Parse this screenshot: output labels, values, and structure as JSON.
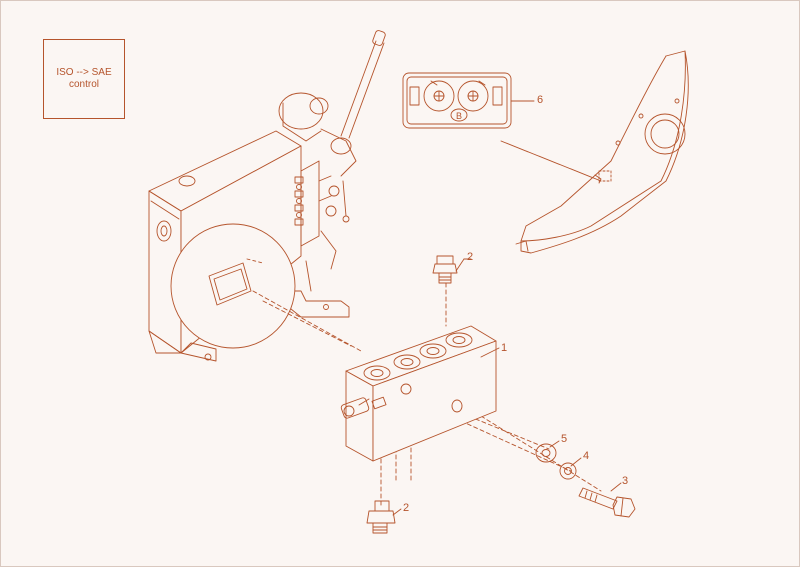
{
  "colors": {
    "line": "#b5542c",
    "paper": "#fbf6f3"
  },
  "label_box": {
    "line1": "ISO --> SAE",
    "line2": "control"
  },
  "decal": {
    "letter": "B"
  },
  "callouts": {
    "c1": "1",
    "c2a": "2",
    "c2b": "2",
    "c3": "3",
    "c4": "4",
    "c5": "5",
    "c6": "6"
  }
}
